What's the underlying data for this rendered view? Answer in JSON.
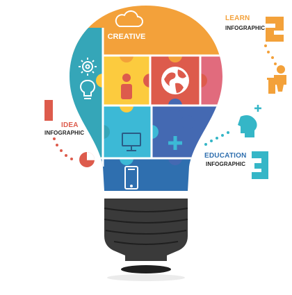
{
  "colors": {
    "orange": "#F3A13A",
    "yellow": "#FCCB3E",
    "red": "#DD5B4C",
    "pink": "#E16B7D",
    "teal": "#35A6B8",
    "cyan": "#3CB9D6",
    "blue": "#4469B2",
    "darkblue": "#2F6FAF",
    "gray": "#3A3A3A",
    "dot_orange": "#F3A13A",
    "dot_red": "#DD5B4C",
    "dot_teal": "#35B6C7"
  },
  "bulb": {
    "top_label": "CREATIVE",
    "icons": [
      "cloud-icon",
      "gear-icon",
      "lightbulb-icon",
      "person-icon",
      "globe-icon",
      "monitor-icon",
      "plus-icon",
      "smartphone-icon"
    ]
  },
  "steps": [
    {
      "number": "1",
      "title": "IDEA",
      "subtitle": "INFOGRAPHIC",
      "icon": "pie-chart-icon"
    },
    {
      "number": "2",
      "title": "LEARN",
      "subtitle": "INFOGRAPHIC",
      "icon": "student-desk-icon"
    },
    {
      "number": "3",
      "title": "EDUCATION",
      "subtitle": "INFOGRAPHIC",
      "icon": "head-idea-icon"
    }
  ]
}
